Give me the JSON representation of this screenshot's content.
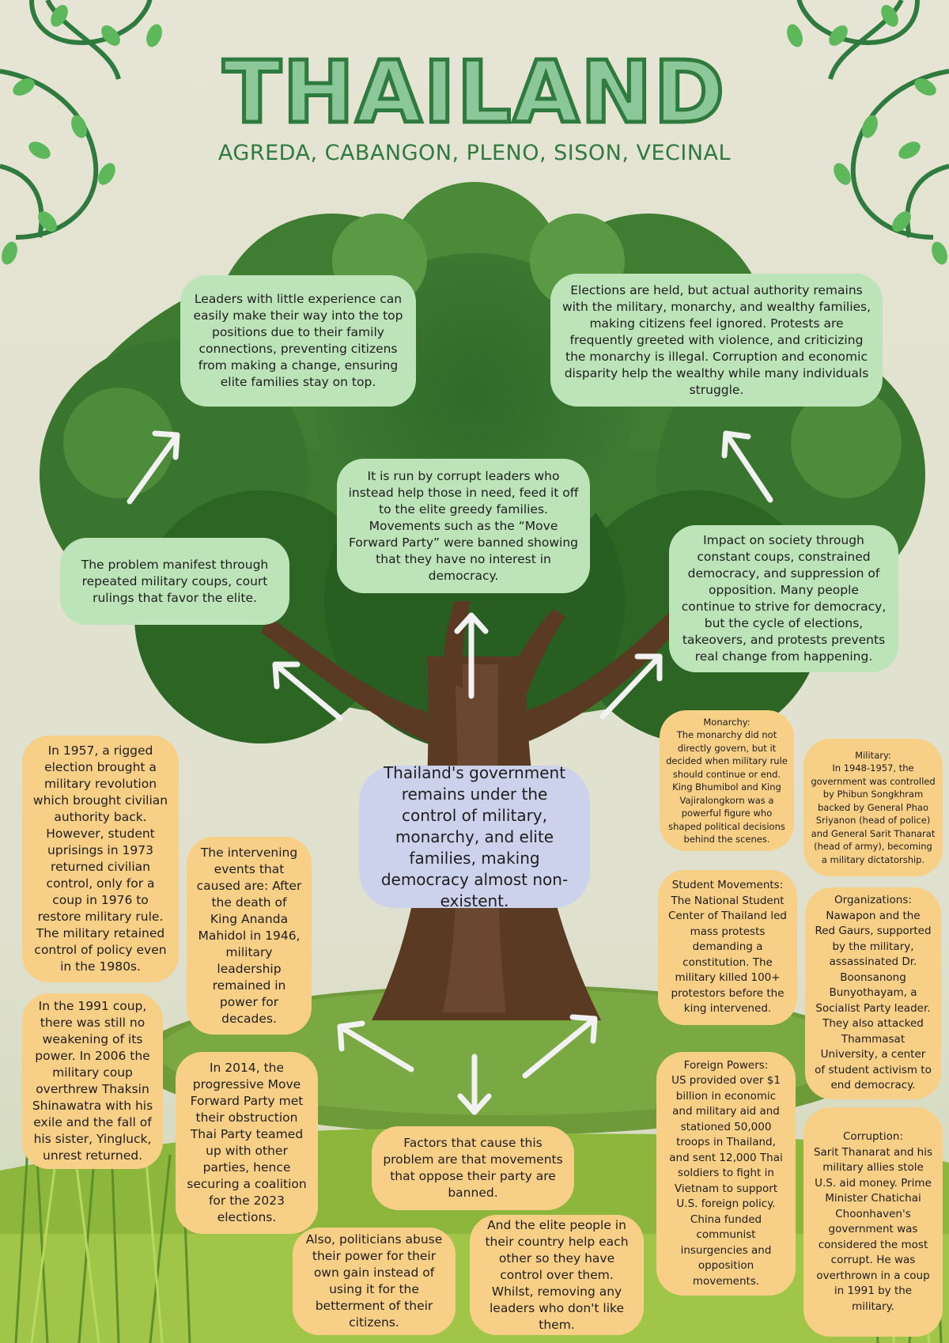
{
  "header": {
    "title": "THAILAND",
    "authors": "AGREDA, CABANGON, PLENO, SISON, VECINAL"
  },
  "center": {
    "text": "Thailand's government remains under the control of military, monarchy, and elite families, making democracy almost non-existent."
  },
  "crown_boxes": {
    "leaders": "Leaders with little experience can easily make their way into the top positions due to their family connections, preventing citizens from making a change, ensuring elite families stay on top.",
    "elections": "Elections are held, but actual authority remains with the military, monarchy, and wealthy families, making citizens feel ignored. Protests are frequently greeted with violence, and criticizing the monarchy is illegal. Corruption and economic disparity help the wealthy while many individuals struggle.",
    "corrupt_leaders": "It is run by corrupt leaders who instead help those in need, feed it off to the elite greedy families. Movements such as the “Move Forward Party” were banned showing that they have no interest in democracy.",
    "problem": "The problem manifest through repeated military coups, court rulings that favor the elite.",
    "impact": "Impact on society through constant coups, constrained democracy, and suppression of opposition. Many people continue to strive for democracy, but the cycle of elections, takeovers, and protests prevents real change from happening."
  },
  "root_boxes": {
    "factors": "Factors that cause this problem are that movements that oppose their party are banned.",
    "abuse": "Also, politicians abuse their power for their own gain instead of using it for the betterment of their citizens.",
    "elite_help": "And the elite people in their country help each other so they have control over them. Whilst, removing any leaders who don't like them.",
    "events_1957": "In 1957, a rigged election brought a military revolution which brought civilian authority back. However, student uprisings in 1973 returned civilian control, only for a coup in 1976 to restore military rule. The military retained control of policy even in the 1980s.",
    "intervening": "The intervening events that caused are: After the death of King Ananda Mahidol in 1946, military leadership remained in power for decades.",
    "coup_1991": "In the 1991 coup, there was still no weakening of its power. In 2006 the military coup overthrew Thaksin Shinawatra with his exile and the fall of his sister, Yingluck, unrest returned.",
    "events_2014": "In 2014, the progressive Move Forward Party met their obstruction Thai Party teamed up with other parties, hence securing a coalition for the 2023 elections."
  },
  "side_boxes": {
    "monarchy": "Monarchy:\nThe monarchy did not directly govern, but it decided when military rule should continue or end. King Bhumibol and King Vajiralongkorn was a powerful figure who shaped political decisions behind the scenes.",
    "military": "Military:\nIn 1948-1957, the government was controlled by Phibun Songkhram backed by General Phao Sriyanon (head of police) and General Sarit Thanarat (head of army), becoming a military dictatorship.",
    "students": "Student Movements:\nThe National Student Center of Thailand led mass protests demanding a constitution. The military killed 100+ protestors before the king intervened.",
    "organizations": "Organizations:\nNawapon and the Red Gaurs, supported by the military, assassinated Dr. Boonsanong Bunyothayam, a Socialist Party leader. They also attacked Thammasat University, a center of student activism to end democracy.",
    "foreign": "Foreign Powers:\nUS provided over $1 billion in economic and military aid and stationed 50,000 troops in Thailand, and sent 12,000 Thai soldiers to fight in Vietnam to support U.S. foreign policy. China funded communist insurgencies and opposition movements.",
    "corruption": "Corruption:\nSarit Thanarat and his military allies stole U.S. aid money. Prime Minister Chatichai Choonhaven's government was considered the most corrupt. He was overthrown in a coup in 1991 by the military."
  },
  "colors": {
    "background": "#e4e2d2",
    "title_fill": "#8cc79a",
    "title_outline": "#2f7a3e",
    "crown_box": "#bde3b9",
    "root_box": "#f8cf87",
    "center_box": "#cdd2ec",
    "arrow": "#f2f2f2"
  }
}
